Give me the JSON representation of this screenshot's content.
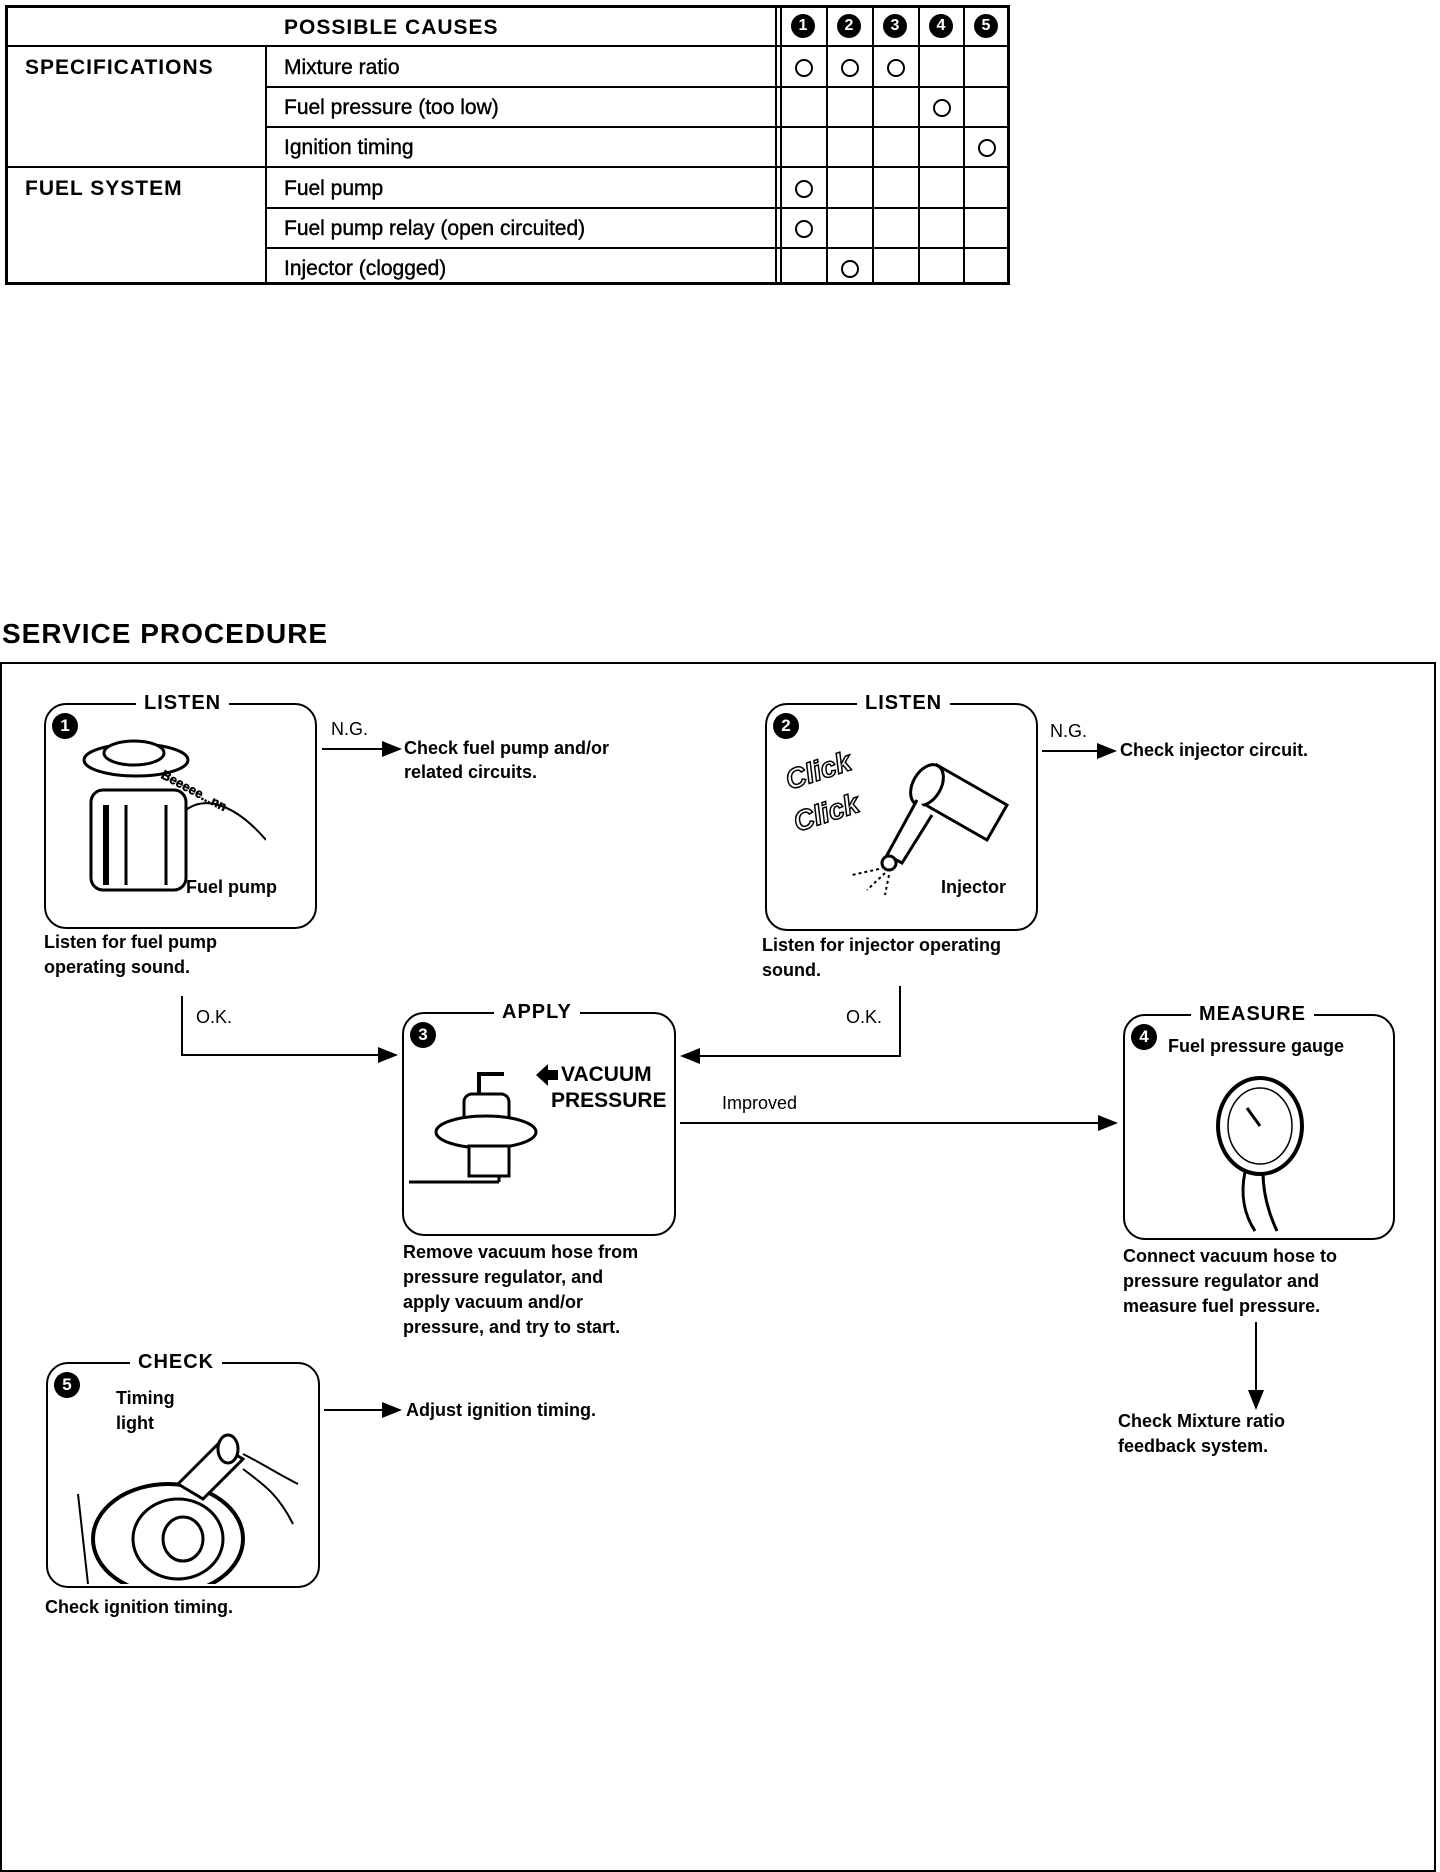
{
  "table": {
    "header": "POSSIBLE CAUSES",
    "step_numbers": [
      "1",
      "2",
      "3",
      "4",
      "5"
    ],
    "groups": [
      {
        "name": "SPECIFICATIONS",
        "rows": [
          {
            "cause": "Mixture ratio",
            "marks": [
              1,
              2,
              3
            ]
          },
          {
            "cause": "Fuel pressure (too low)",
            "marks": [
              4
            ]
          },
          {
            "cause": "Ignition timing",
            "marks": [
              5
            ]
          }
        ]
      },
      {
        "name": "FUEL SYSTEM",
        "rows": [
          {
            "cause": "Fuel pump",
            "marks": [
              1
            ]
          },
          {
            "cause": "Fuel pump relay (open circuited)",
            "marks": [
              1
            ]
          },
          {
            "cause": "Injector (clogged)",
            "marks": [
              2
            ]
          }
        ]
      }
    ]
  },
  "section_title": "SERVICE PROCEDURE",
  "steps": {
    "s1": {
      "num": "1",
      "action": "LISTEN",
      "label": "Fuel pump",
      "caption": [
        "Listen for fuel pump",
        "operating sound."
      ],
      "sound": "Beeeee...nn"
    },
    "s2": {
      "num": "2",
      "action": "LISTEN",
      "label": "Injector",
      "caption": [
        "Listen for injector operating",
        "sound."
      ],
      "sound1": "Click",
      "sound2": "Click"
    },
    "s3": {
      "num": "3",
      "action": "APPLY",
      "label1": "VACUUM",
      "label2": "PRESSURE",
      "caption": [
        "Remove vacuum hose from",
        "pressure regulator, and",
        "apply vacuum and/or",
        "pressure, and try to start."
      ]
    },
    "s4": {
      "num": "4",
      "action": "MEASURE",
      "label": "Fuel pressure gauge",
      "caption": [
        "Connect vacuum hose to",
        "pressure regulator and",
        "measure fuel pressure."
      ]
    },
    "s5": {
      "num": "5",
      "action": "CHECK",
      "label1": "Timing",
      "label2": "light",
      "caption": [
        "Check ignition timing."
      ]
    }
  },
  "flow": {
    "ng": "N.G.",
    "ok": "O.K.",
    "improved": "Improved",
    "check_fuel_pump": [
      "Check fuel pump and/or",
      "related circuits."
    ],
    "check_injector": "Check injector circuit.",
    "adjust_timing": "Adjust ignition timing.",
    "check_mixture": [
      "Check Mixture ratio",
      "feedback system."
    ]
  }
}
